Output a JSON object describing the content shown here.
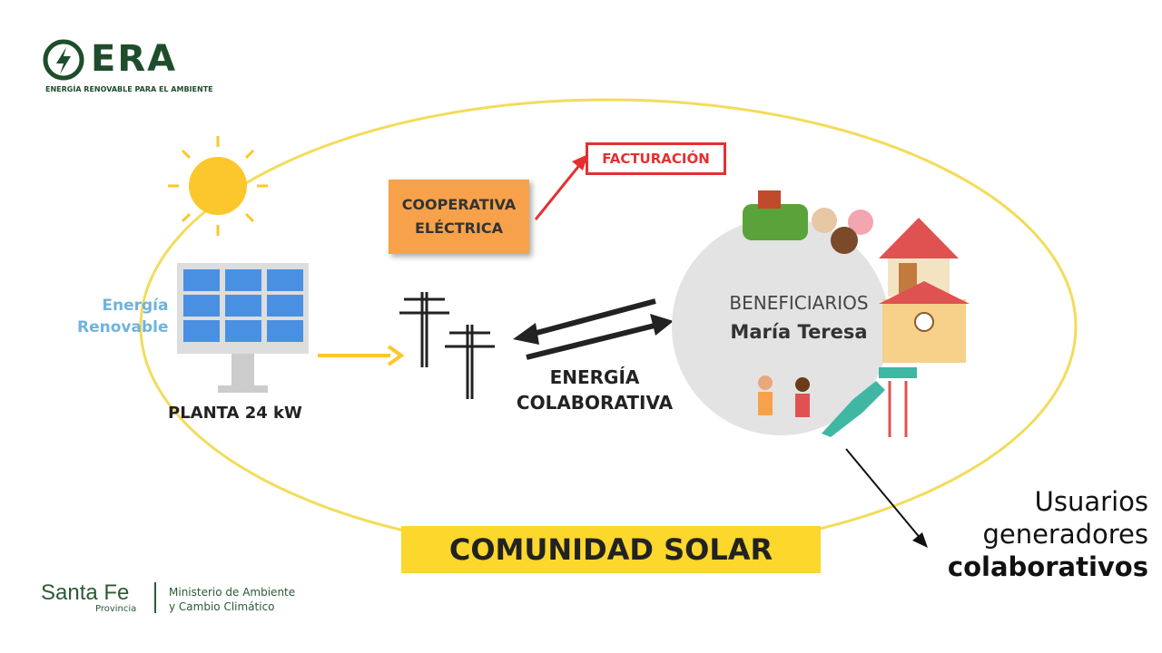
{
  "logo": {
    "name": "ERA",
    "subtitle": "ENERGÍA RENOVABLE PARA EL AMBIENTE"
  },
  "labels": {
    "energia_renovable": [
      "Energía",
      "Renovable"
    ],
    "planta": "PLANTA 24 kW",
    "cooperativa": [
      "COOPERATIVA",
      "ELÉCTRICA"
    ],
    "facturacion": "FACTURACIÓN",
    "energia_colaborativa": [
      "ENERGÍA",
      "COLABORATIVA"
    ],
    "beneficiarios": "BENEFICIARIOS",
    "beneficiario_nombre": "María Teresa",
    "comunidad": "COMUNIDAD SOLAR",
    "usuarios": [
      "Usuarios",
      "generadores",
      "colaborativos"
    ]
  },
  "footer": {
    "santa_fe": "Santa Fe",
    "provincia": "Provincia",
    "ministerio": [
      "Ministerio de Ambiente",
      "y Cambio Climático"
    ]
  },
  "colors": {
    "ellipse": "#f3dc5a",
    "accent_yellow": "#fcd72c",
    "orange": "#f7a24a",
    "red": "#e53030",
    "green": "#1e4d2b"
  }
}
